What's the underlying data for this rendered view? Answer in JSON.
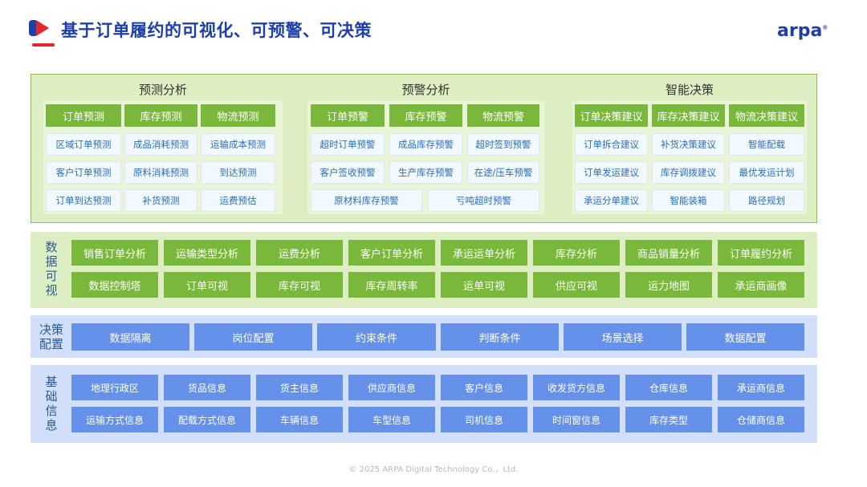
{
  "header": {
    "title": "基于订单履约的可视化、可预警、可决策",
    "brand": "arpa",
    "brand_mark": "®"
  },
  "forecast": {
    "title": "预测分析",
    "headers": [
      "订单预测",
      "库存预测",
      "物流预测"
    ],
    "rows": [
      [
        "区域订单预测",
        "成品消耗预测",
        "运输成本预测"
      ],
      [
        "客户订单预测",
        "原料消耗预测",
        "到达预测"
      ],
      [
        "订单到达预测",
        "补货预测",
        "运费预估"
      ]
    ]
  },
  "warning": {
    "title": "预警分析",
    "headers": [
      "订单预警",
      "库存预警",
      "物流预警"
    ],
    "rows": [
      [
        "超时订单预警",
        "成品库存预警",
        "超时签到预警"
      ],
      [
        "客户签收预警",
        "生产库存预警",
        "在途/压车预警"
      ]
    ],
    "last_row": [
      "原材料库存预警",
      "亏吨超时预警"
    ]
  },
  "decision": {
    "title": "智能决策",
    "headers": [
      "订单决策建议",
      "库存决策建议",
      "物流决策建议"
    ],
    "rows": [
      [
        "订单拆合建议",
        "补货决策建议",
        "智能配载"
      ],
      [
        "订单发运建议",
        "库存调拨建议",
        "最优发运计划"
      ],
      [
        "承运分单建议",
        "智能装箱",
        "路径规划"
      ]
    ]
  },
  "data_vis": {
    "label": [
      "数",
      "据",
      "可",
      "视"
    ],
    "row1": [
      "销售订单分析",
      "运输类型分析",
      "运费分析",
      "客户订单分析",
      "承运运单分析",
      "库存分析",
      "商品销量分析",
      "订单履约分析"
    ],
    "row2": [
      "数据控制塔",
      "订单可视",
      "库存可视",
      "库存周转率",
      "运单可视",
      "供应可视",
      "运力地图",
      "承运商画像"
    ]
  },
  "decision_config": {
    "label": [
      "决策",
      "配置"
    ],
    "items": [
      "数据隔离",
      "岗位配置",
      "约束条件",
      "判断条件",
      "场景选择",
      "数据配置"
    ]
  },
  "base_info": {
    "label": [
      "基",
      "础",
      "信",
      "息"
    ],
    "row1": [
      "地理行政区",
      "货品信息",
      "货主信息",
      "供应商信息",
      "客户信息",
      "收发货方信息",
      "仓库信息",
      "承运商信息"
    ],
    "row2": [
      "运输方式信息",
      "配载方式信息",
      "车辆信息",
      "车型信息",
      "司机信息",
      "时间窗信息",
      "库存类型",
      "仓储商信息"
    ]
  },
  "footer": {
    "text": "© 2025 ARPA Digital Technology Co.，Ltd."
  },
  "colors": {
    "accent_blue": "#1f3fa8",
    "green_button": "#79b83a",
    "green_panel": "#ddeec2",
    "blue_button": "#6691ea",
    "blue_panel": "#d2dffa",
    "logo_red": "#e5262a"
  }
}
